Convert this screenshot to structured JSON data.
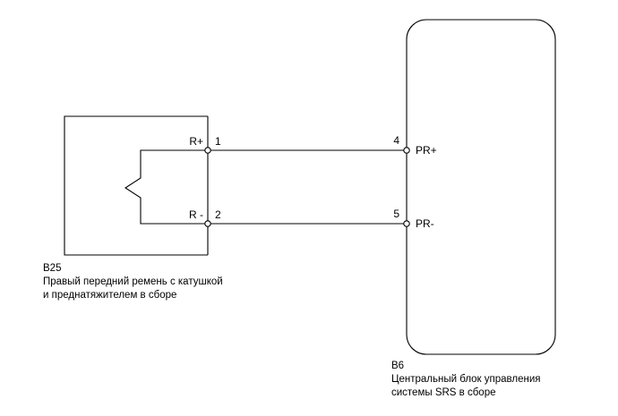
{
  "component_b25": {
    "code": "B25",
    "name_line1": "Правый передний ремень с катушкой",
    "name_line2": "и преднатяжителем в сборе",
    "pin1": {
      "number": "1",
      "label": "R+"
    },
    "pin2": {
      "number": "2",
      "label": "R -"
    }
  },
  "component_b6": {
    "code": "B6",
    "name_line1": "Центральный блок управления",
    "name_line2": "системы SRS в сборе",
    "pin4": {
      "number": "4",
      "label": "PR+"
    },
    "pin5": {
      "number": "5",
      "label": "PR-"
    }
  },
  "colors": {
    "line": "#000000",
    "background": "#ffffff"
  }
}
